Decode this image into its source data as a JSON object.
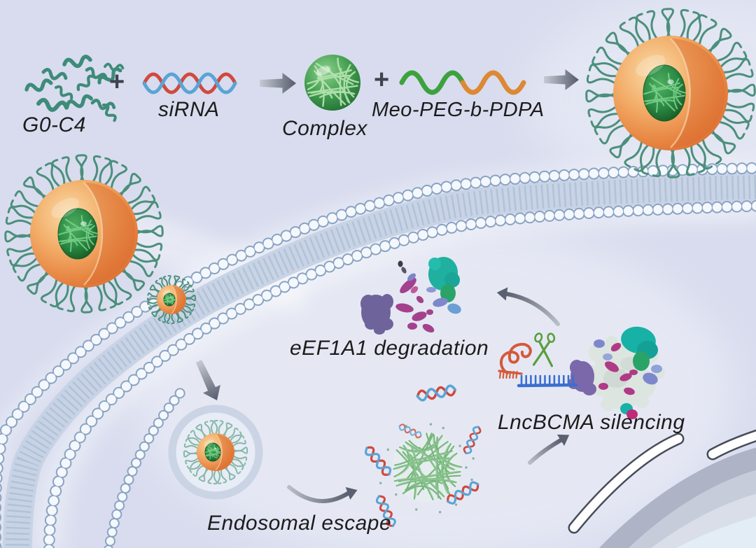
{
  "figure": {
    "description": "Schematic of siRNA nanoparticle assembly, cellular uptake, endosomal escape and LncBCMA silencing leading to eEF1A1 degradation"
  },
  "assembly_row": {
    "g0_c4": "G0-C4",
    "plus_1": "+",
    "sirna": "siRNA",
    "complex": "Complex",
    "plus_2": "+",
    "polymer": "Meo-PEG-b-PDPA"
  },
  "pathway": {
    "endosomal_escape": "Endosomal escape",
    "lncbcma_silencing": "LncBCMA silencing",
    "eef1a1_degradation": "eEF1A1 degradation"
  },
  "icons": {
    "process_arrow": "tapered-gray-arrow",
    "scissors": "green-scissors (RNA cleavage)",
    "rna_hairpin": "orange-rna-hairpin",
    "antisense_strand": "blue-comb-strand",
    "lipid_bilayer": "cell-membrane-dots",
    "nucleus": "nuclear-envelope-arcs"
  },
  "colors": {
    "background": "#d8dcee",
    "membrane_dot_outline": "#8aa3c2",
    "membrane_dot_fill": "#f4f8fc",
    "membrane_band": "#c6d2e4",
    "nanoparticle_shell": "#ec9a55",
    "nanoparticle_core": "#1d6e34",
    "peg_corona": "#4b8f7c",
    "g0c4_polymer": "#3e8b7a",
    "sirna_red": "#cf4a3f",
    "sirna_blue": "#5aa4d6",
    "peg_block": "#3da23d",
    "pdpa_block": "#dd8833",
    "arrow_gray": "#555b6b",
    "protein_purple": "#6f639c",
    "protein_magenta": "#b03a85",
    "protein_teal": "#1fb0a0",
    "protein_periwinkle": "#7d88cc",
    "risc_surface": "#dce5df",
    "scissors_green": "#5a9e3f",
    "rna_orange": "#d4593a",
    "strand_blue": "#3a6fd0",
    "text": "#1c1c1c"
  }
}
